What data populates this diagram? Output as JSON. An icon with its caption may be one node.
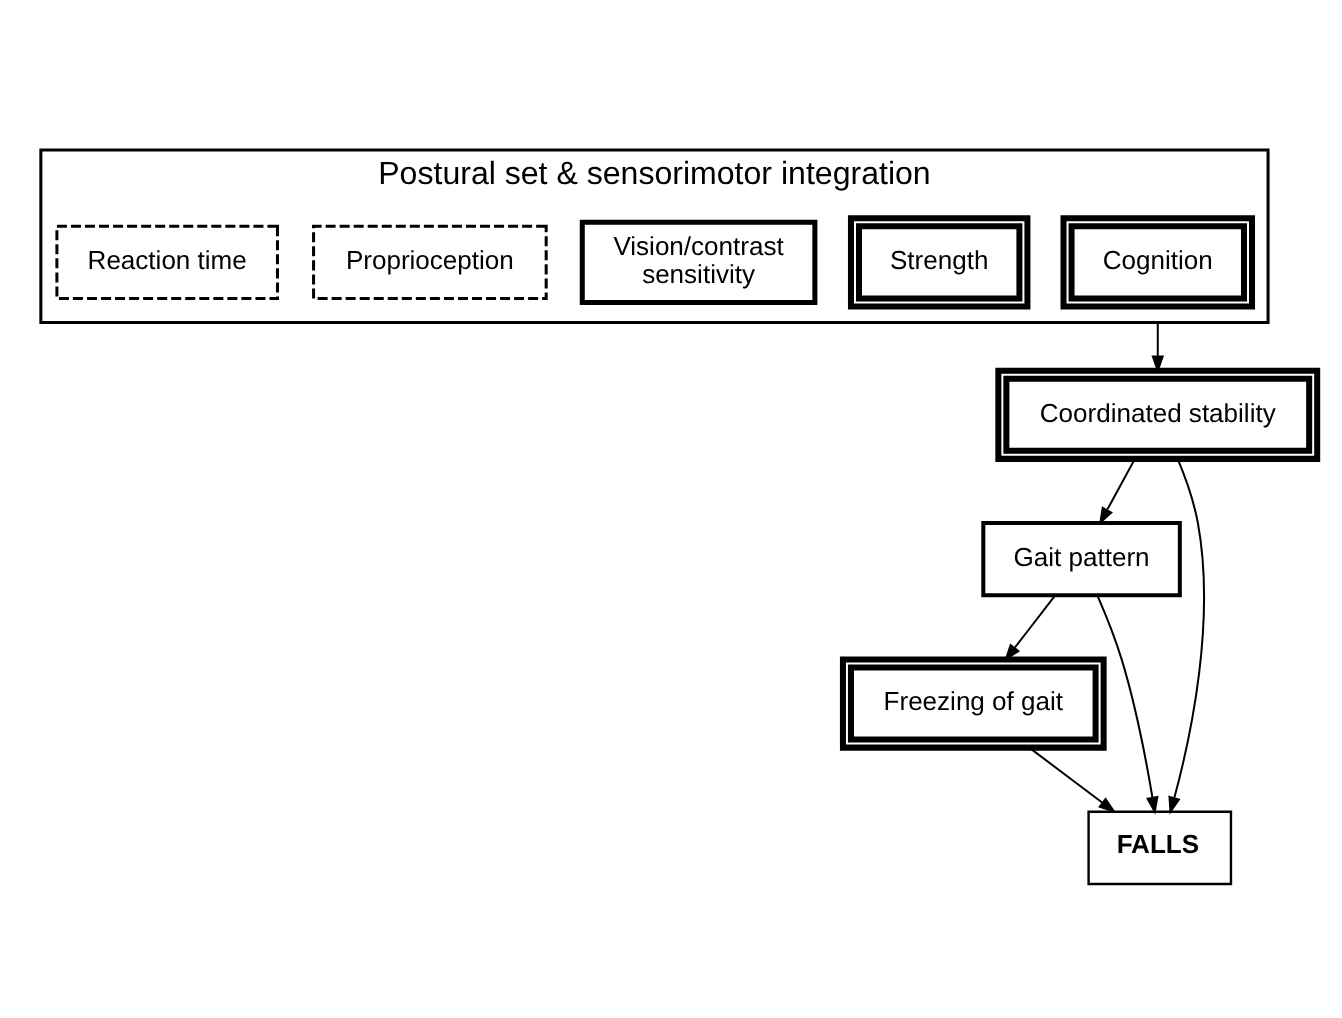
{
  "diagram": {
    "nodes": [
      {
        "text": [
          "Postural set & sensorimotor integration"
        ]
      },
      {
        "text": [
          "Cognition"
        ],
        "in": 0
      },
      {
        "text": [
          "Strength"
        ],
        "in": 0
      },
      {
        "text": [
          "Vision/contrast sensitivity"
        ],
        "in": 0
      },
      {
        "text": [
          "Proprioception"
        ],
        "in": 0
      },
      {
        "text": [
          "Reaction time"
        ],
        "in": 0
      },
      {
        "text": [
          "Coordinated stability"
        ]
      },
      {
        "text": [
          "Gait pattern"
        ]
      },
      {
        "text": [
          "Freezing of gait"
        ]
      },
      {
        "text": [
          "FALLS"
        ]
      }
    ],
    "edges": [
      {
        "from": 0,
        "to": 6,
        "arrow": "to"
      },
      {
        "from": 6,
        "to": 7,
        "arrow": "to"
      },
      {
        "from": 6,
        "to": 9,
        "arrow": "to"
      },
      {
        "from": 7,
        "to": 8,
        "arrow": "to"
      },
      {
        "from": 7,
        "to": 9,
        "arrow": "to"
      },
      {
        "from": 8,
        "to": 9,
        "arrow": "to"
      }
    ]
  }
}
